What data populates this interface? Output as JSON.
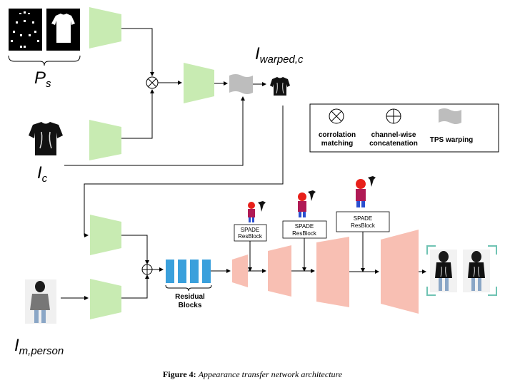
{
  "labels": {
    "ps_main": "P",
    "ps_sub": "s",
    "ic_main": "I",
    "ic_sub": "c",
    "iw_main": "I",
    "iw_sub": "warped,c",
    "ip_main": "I",
    "ip_sub": "m,person"
  },
  "legend": {
    "correlation_line1": "corrolation",
    "correlation_line2": "matching",
    "concat_line1": "channel-wise",
    "concat_line2": "concatenation",
    "tps": "TPS warping"
  },
  "blocks": {
    "residual_line1": "Residual",
    "residual_line2": "Blocks",
    "spade_line1": "SPADE",
    "spade_line2": "ResBlock"
  },
  "caption": {
    "prefix": "Figure 4:",
    "text": "Appearance transfer network architecture"
  },
  "colors": {
    "encoder": "#c8ebb2",
    "decoder": "#f8bfb3",
    "residual": "#3aa0dc",
    "tps": "#bdbdbd",
    "bracket": "#6fc3b3"
  }
}
